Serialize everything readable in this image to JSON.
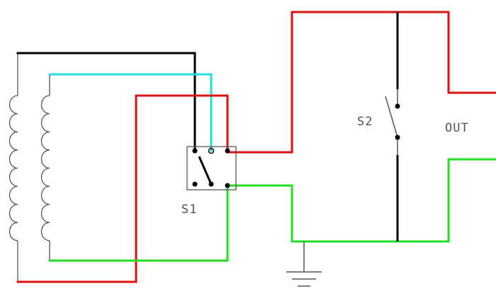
{
  "labels": {
    "switch1": "S1",
    "switch2": "S2",
    "output": "OUT"
  },
  "colors": {
    "black": "#000000",
    "cyan": "#22dddd",
    "red": "#dd1111",
    "green": "#22dd22",
    "gray": "#555555"
  }
}
